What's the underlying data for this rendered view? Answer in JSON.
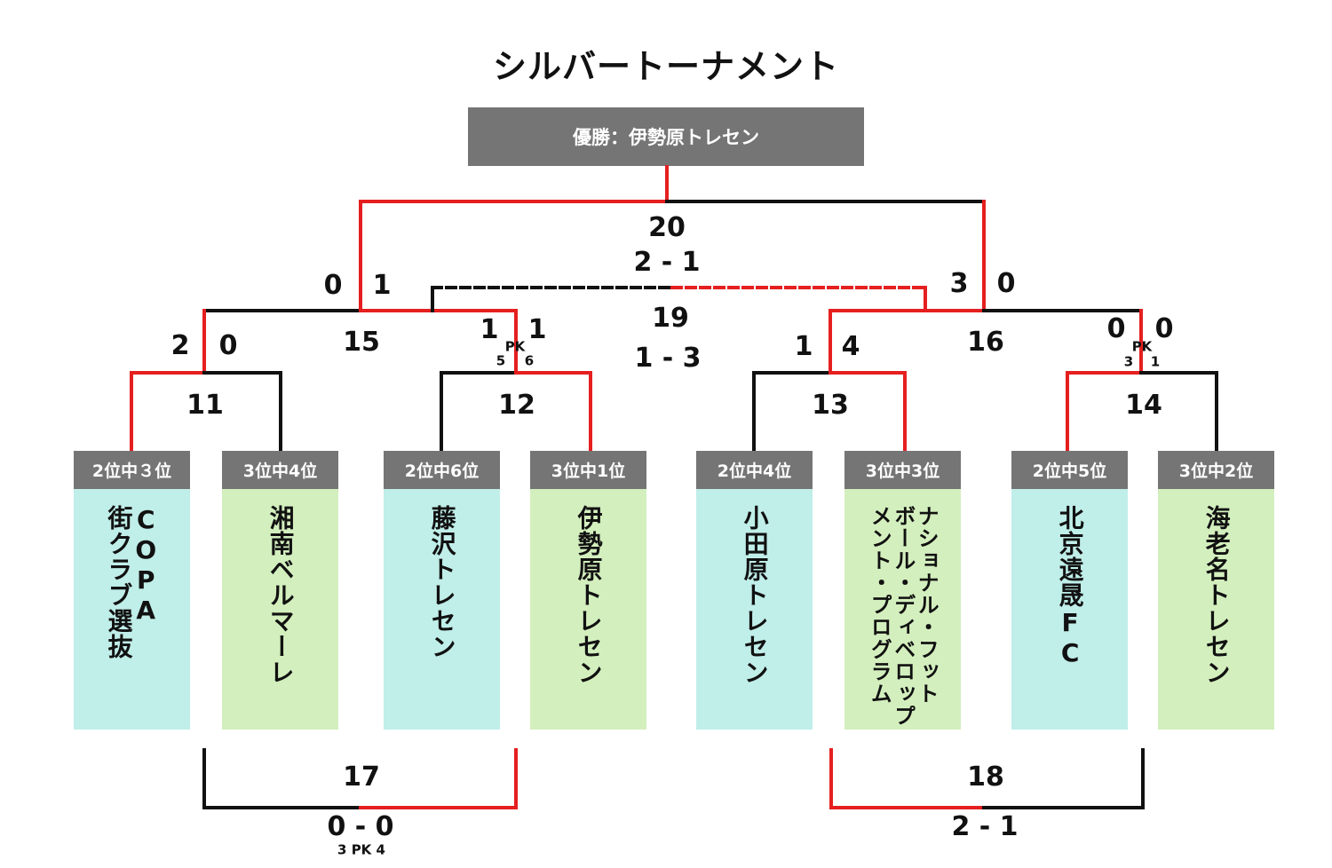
{
  "title": "シルバートーナメント",
  "champion": "優勝：伊勢原トレセン",
  "colors": {
    "winner_line": "#e51f1f",
    "loser_line": "#111111",
    "header_gray": "#757575",
    "cyan_box": "#c0eee9",
    "green_box": "#d3efbe"
  },
  "teams": [
    {
      "rank": "2位中３位",
      "name": "COPA\n街クラブ選抜"
    },
    {
      "rank": "3位中4位",
      "name": "湘南ベルマーレ"
    },
    {
      "rank": "2位中6位",
      "name": "藤沢トレセン"
    },
    {
      "rank": "3位中1位",
      "name": "伊勢原トレセン"
    },
    {
      "rank": "2位中4位",
      "name": "小田原トレセン"
    },
    {
      "rank": "3位中3位",
      "name": "ナショナル・フット\nボール・ディベロップ\nメント・プログラム"
    },
    {
      "rank": "2位中5位",
      "name": "北京遠晟FC"
    },
    {
      "rank": "3位中2位",
      "name": "海老名トレセン"
    }
  ],
  "matches": {
    "m11": {
      "no": "11",
      "left": "2",
      "right": "0"
    },
    "m12": {
      "no": "12",
      "left": "1",
      "right": "1",
      "pk": "PK",
      "pk_left": "5",
      "pk_right": "6"
    },
    "m13": {
      "no": "13",
      "left": "1",
      "right": "4"
    },
    "m14": {
      "no": "14",
      "left": "0",
      "right": "0",
      "pk": "PK",
      "pk_left": "3",
      "pk_right": "1"
    },
    "m15": {
      "no": "15",
      "left": "0",
      "right": "1"
    },
    "m16": {
      "no": "16",
      "left": "3",
      "right": "0"
    },
    "m17": {
      "no": "17",
      "score": "0 - 0",
      "pk": "3 PK 4"
    },
    "m18": {
      "no": "18",
      "score": "2 - 1"
    },
    "m19": {
      "no": "19",
      "score": "1 - 3"
    },
    "m20": {
      "no": "20",
      "score": "2 - 1"
    }
  }
}
